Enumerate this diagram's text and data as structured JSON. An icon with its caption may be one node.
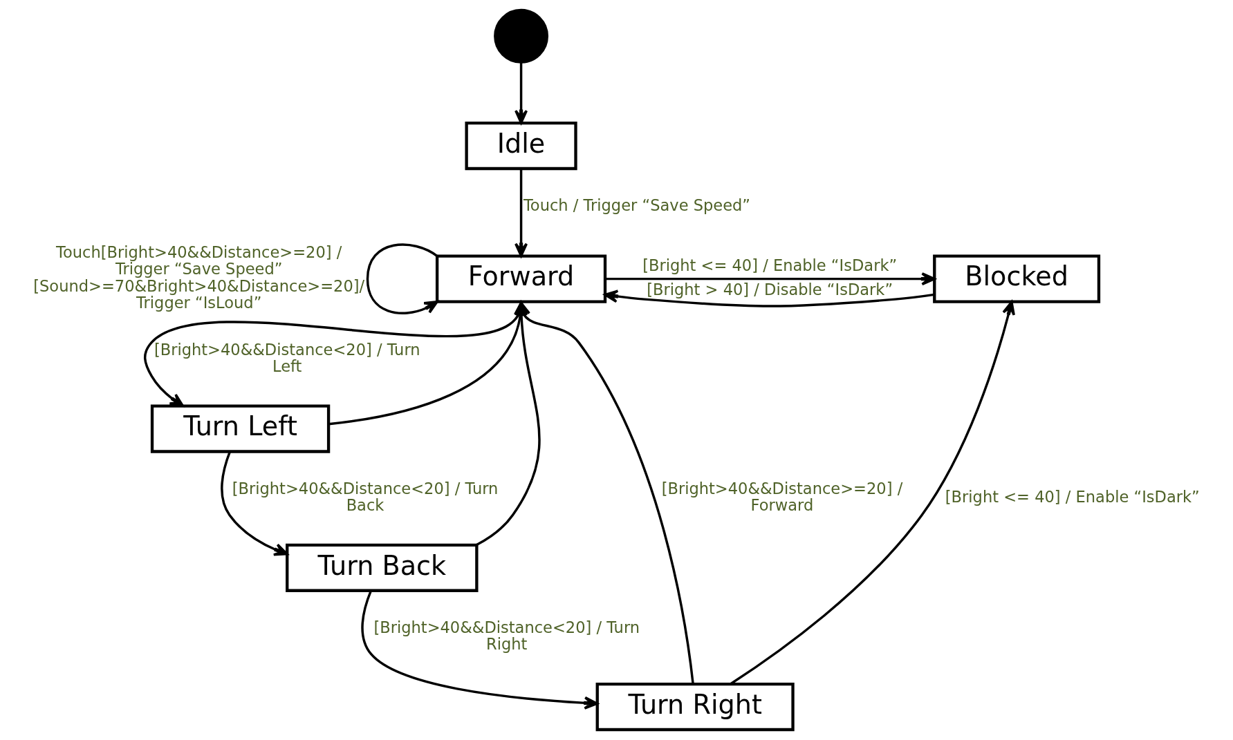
{
  "diagram": {
    "nodes": [
      {
        "text": [],
        "shape": "circle"
      },
      {
        "text": [
          "Idle"
        ]
      },
      {
        "text": [
          "Forward"
        ]
      },
      {
        "text": [
          "Blocked"
        ]
      },
      {
        "text": [
          "Turn Left"
        ]
      },
      {
        "text": [
          "Turn Back"
        ]
      },
      {
        "text": [
          "Turn Right"
        ]
      }
    ],
    "edges": [
      {
        "from": 0,
        "to": 1,
        "arrow": "to"
      },
      {
        "from": 1,
        "to": 2,
        "arrow": "to",
        "label": "Touch / Trigger “Save Speed”"
      },
      {
        "from": 2,
        "to": 2,
        "arrow": "to",
        "label": "Touch[Bright>40&&Distance>=20] / Trigger “Save Speed” [Sound>=70&Bright>40&Distance>=20]/ Trigger “IsLoud”"
      },
      {
        "from": 2,
        "to": 3,
        "arrow": "to",
        "label": "[Bright <= 40] / Enable “IsDark”"
      },
      {
        "from": 3,
        "to": 2,
        "arrow": "to",
        "label": "[Bright > 40] / Disable “IsDark”"
      },
      {
        "from": 2,
        "to": 4,
        "arrow": "to",
        "label": "[Bright>40&&Distance<20] / Turn Left"
      },
      {
        "from": 4,
        "to": 2,
        "arrow": "to"
      },
      {
        "from": 4,
        "to": 5,
        "arrow": "to",
        "label": "[Bright>40&&Distance<20] / Turn Back"
      },
      {
        "from": 5,
        "to": 2,
        "arrow": "to"
      },
      {
        "from": 5,
        "to": 6,
        "arrow": "to",
        "label": "[Bright>40&&Distance<20] / Turn Right"
      },
      {
        "from": 6,
        "to": 2,
        "arrow": "to",
        "label": "[Bright>40&&Distance>=20] / Forward"
      },
      {
        "from": 6,
        "to": 3,
        "arrow": "to",
        "label": "[Bright <= 40] / Enable “IsDark”"
      }
    ]
  }
}
